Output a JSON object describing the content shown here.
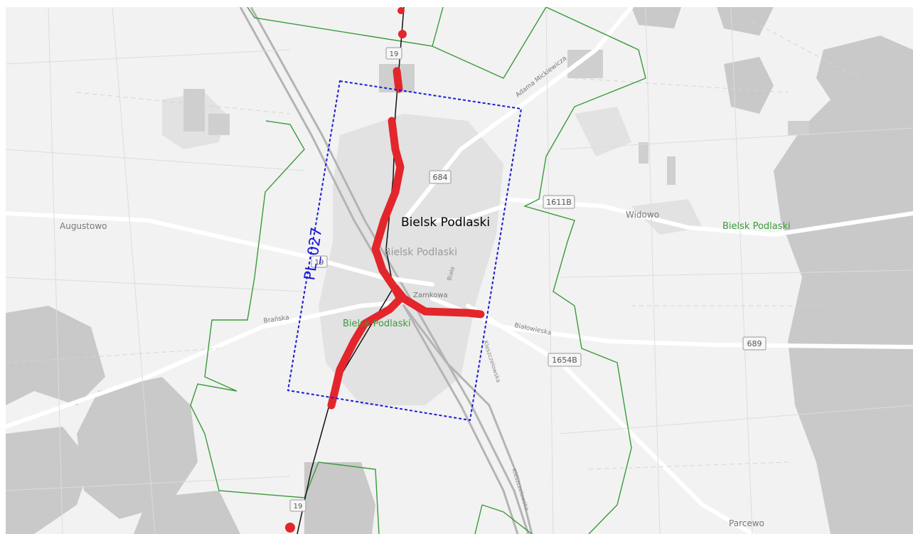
{
  "map": {
    "city_label": "Bielsk Podlaski",
    "town_label": "Bielsk Podlaski",
    "commune_label_center": "Bielsk Podlaski",
    "commune_label_east": "Bielsk Podlaski",
    "zone_code": "PL_027",
    "places": {
      "augustowo": "Augustowo",
      "widowo": "Widowo",
      "parcewo": "Parcewo"
    },
    "streets": {
      "mickiewicza": "Adama Mickiewicza",
      "branska": "Brańska",
      "bialowieska": "Białowieska",
      "zamkowa": "Zamkowa",
      "biala": "Biała",
      "kleszczelowska": "Kleszczelowska"
    },
    "road_shields": {
      "r19_north": "19",
      "r684": "684",
      "r1611b": "1611B",
      "r689": "689",
      "r1654b": "1654B",
      "r19_south": "19",
      "r19_mid": "19"
    },
    "colors": {
      "background": "#f2f2f2",
      "forest": "#c8c8c8",
      "urban": "#e0e0e0",
      "road": "#ffffff",
      "highlight_route": "#e3262b",
      "boundary": "#3a9b3a",
      "zone_box": "#1a1ad6",
      "railway": "#b4b4b4"
    }
  }
}
